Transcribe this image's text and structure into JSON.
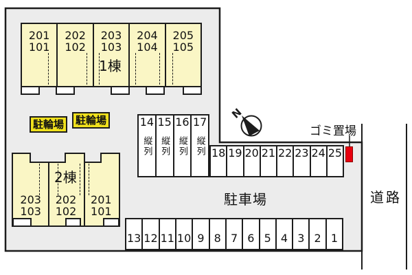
{
  "colors": {
    "site_bg": "#ECECEC",
    "building_fill": "#FAF6C5",
    "outline": "#1C1C1C",
    "space_fill": "#FFFFFF",
    "bicycle_label_bg": "#F0E11C",
    "garbage_marker": "#E8000F"
  },
  "building1": {
    "name": "1棟",
    "units": [
      {
        "upper": "201",
        "lower": "101"
      },
      {
        "upper": "202",
        "lower": "102"
      },
      {
        "upper": "203",
        "lower": "103"
      },
      {
        "upper": "204",
        "lower": "104"
      },
      {
        "upper": "205",
        "lower": "105"
      }
    ]
  },
  "building2": {
    "name": "2棟",
    "units": [
      {
        "upper": "203",
        "lower": "103"
      },
      {
        "upper": "202",
        "lower": "102"
      },
      {
        "upper": "201",
        "lower": "101"
      }
    ]
  },
  "bicycle_parking": {
    "label_left": "駐輪場",
    "label_right": "駐輪場"
  },
  "parking_lot": {
    "label": "駐車場",
    "tandem_spaces": {
      "numbers": [
        "14",
        "15",
        "16",
        "17"
      ],
      "tandem_label": "縦列"
    },
    "row_east": [
      "18",
      "19",
      "20",
      "21",
      "22",
      "23",
      "24",
      "25"
    ],
    "row_south": [
      "13",
      "12",
      "11",
      "10",
      "9",
      "8",
      "7",
      "6",
      "5",
      "4",
      "3",
      "2",
      "1"
    ]
  },
  "garbage_area": {
    "label": "ゴミ置場"
  },
  "road": {
    "label": "道路"
  },
  "compass": {
    "north_label": "N"
  }
}
